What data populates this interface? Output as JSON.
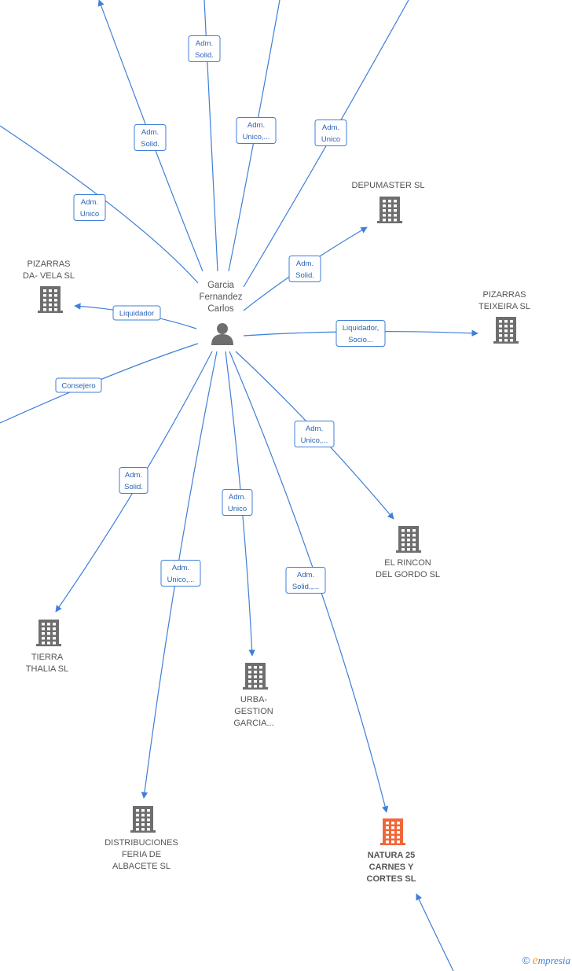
{
  "center": {
    "label": [
      "Garcia",
      "Fernandez",
      "Carlos"
    ],
    "icon": "person-icon"
  },
  "companies": [
    {
      "id": "depumaster",
      "label": [
        "DEPUMASTER SL"
      ],
      "highlight": false
    },
    {
      "id": "pizarras-da-vela",
      "label": [
        "PIZARRAS",
        "DA- VELA  SL"
      ],
      "highlight": false
    },
    {
      "id": "pizarras-teixeira",
      "label": [
        "PIZARRAS",
        "TEIXEIRA  SL"
      ],
      "highlight": false
    },
    {
      "id": "el-rincon",
      "label": [
        "EL RINCON",
        "DEL GORDO SL"
      ],
      "highlight": false
    },
    {
      "id": "tierra-thalia",
      "label": [
        "TIERRA",
        "THALIA  SL"
      ],
      "highlight": false
    },
    {
      "id": "urba-gestion",
      "label": [
        "URBA-",
        "GESTION",
        "GARCIA..."
      ],
      "highlight": false
    },
    {
      "id": "distribuciones",
      "label": [
        "DISTRIBUCIONES",
        "FERIA DE",
        "ALBACETE  SL"
      ],
      "highlight": false
    },
    {
      "id": "natura25",
      "label": [
        "NATURA 25",
        "CARNES Y",
        "CORTES  SL"
      ],
      "highlight": true
    }
  ],
  "edges": [
    {
      "id": "e-top-left",
      "label": [
        "Adm.",
        "Solid."
      ]
    },
    {
      "id": "e-top-mid",
      "label": [
        "Adm.",
        "Solid."
      ]
    },
    {
      "id": "e-top-unico",
      "label": [
        "Adm.",
        "Unico,..."
      ]
    },
    {
      "id": "e-top-right",
      "label": [
        "Adm.",
        "Unico"
      ]
    },
    {
      "id": "e-left-upper",
      "label": [
        "Adm.",
        "Unico"
      ]
    },
    {
      "id": "e-depumaster",
      "label": [
        "Adm.",
        "Solid."
      ]
    },
    {
      "id": "e-davela",
      "label": [
        "Liquidador"
      ]
    },
    {
      "id": "e-teixeira",
      "label": [
        "Liquidador,",
        "Socio..."
      ]
    },
    {
      "id": "e-consejero",
      "label": [
        "Consejero"
      ]
    },
    {
      "id": "e-rincon",
      "label": [
        "Adm.",
        "Unico,..."
      ]
    },
    {
      "id": "e-thalia",
      "label": [
        "Adm.",
        "Solid."
      ]
    },
    {
      "id": "e-urba",
      "label": [
        "Adm.",
        "Unico"
      ]
    },
    {
      "id": "e-distrib",
      "label": [
        "Adm.",
        "Unico,..."
      ]
    },
    {
      "id": "e-natura",
      "label": [
        "Adm.",
        "Solid.,..."
      ]
    }
  ],
  "footer": {
    "copyright_symbol": "©",
    "brand_initial": "e",
    "brand_rest": "mpresia"
  },
  "colors": {
    "edge": "#3f7fd8",
    "node": "#6e6e6e",
    "highlight": "#f0673a"
  }
}
